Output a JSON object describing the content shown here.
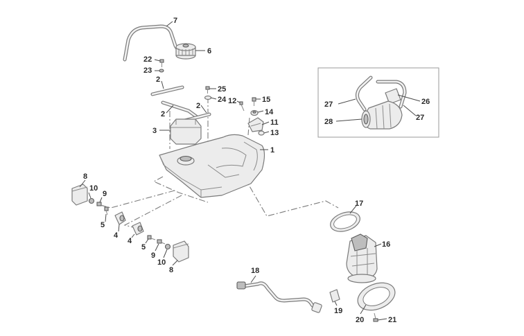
{
  "callouts": {
    "c1": "1",
    "c2a": "2",
    "c2b": "2",
    "c2c": "2",
    "c3": "3",
    "c4a": "4",
    "c4b": "4",
    "c5a": "5",
    "c5b": "5",
    "c6": "6",
    "c7": "7",
    "c8a": "8",
    "c8b": "8",
    "c9a": "9",
    "c9b": "9",
    "c10a": "10",
    "c10b": "10",
    "c11": "11",
    "c12": "12",
    "c13": "13",
    "c14": "14",
    "c15": "15",
    "c16": "16",
    "c17": "17",
    "c18": "18",
    "c19": "19",
    "c20": "20",
    "c21": "21",
    "c22": "22",
    "c23": "23",
    "c24": "24",
    "c25": "25",
    "c26": "26",
    "c27a": "27",
    "c27b": "27",
    "c28": "28"
  }
}
